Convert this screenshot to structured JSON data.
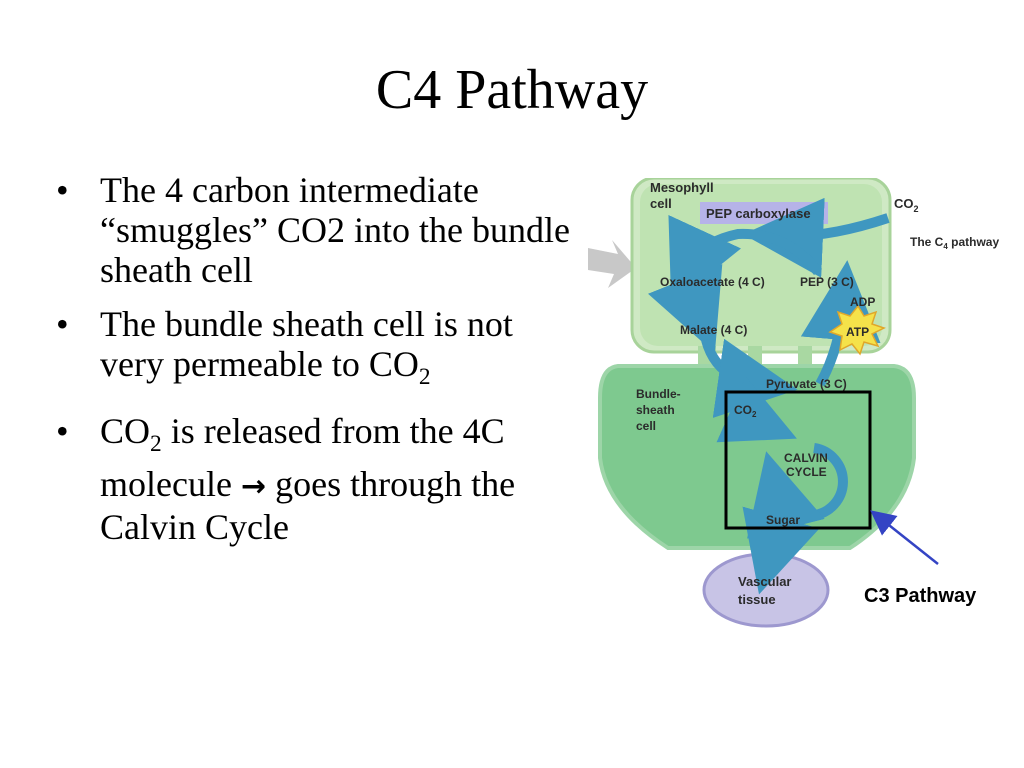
{
  "slide": {
    "title": "C4 Pathway",
    "bullets": [
      {
        "text": "The 4 carbon intermediate “smuggles” CO2 into the bundle sheath cell"
      },
      {
        "pre": "The bundle sheath cell is not very permeable to CO",
        "sub": "2"
      },
      {
        "pre": "CO",
        "sub": "2",
        "post": " is released from the 4C molecule ",
        "arrow": "→",
        "post2": " goes through the Calvin Cycle"
      }
    ]
  },
  "diagram": {
    "mesophyll": "Mesophyll",
    "cell": "cell",
    "pep_carboxylase": "PEP carboxylase",
    "co2_top": "CO",
    "co2_sub": "2",
    "c4_pathway_pre": "The C",
    "c4_pathway_sub": "4",
    "c4_pathway_post": " pathway",
    "oxaloacetate": "Oxaloacetate (4 C)",
    "pep": "PEP (3 C)",
    "adp": "ADP",
    "atp": "ATP",
    "malate": "Malate (4 C)",
    "pyruvate": "Pyruvate (3 C)",
    "bundle": "Bundle-",
    "sheath": "sheath",
    "cell2": "cell",
    "co2_bs": "CO",
    "co2_bs_sub": "2",
    "calvin": "CALVIN",
    "cycle": "CYCLE",
    "sugar": "Sugar",
    "vascular": "Vascular",
    "tissue": "tissue",
    "c3_label": "C3 Pathway"
  },
  "colors": {
    "cell_green": "#b9e0ae",
    "bundle_green": "#7ec98f",
    "arrow_blue": "#3f97c0",
    "vascular_purple": "#c8c4e6",
    "pep_box": "#b6b3e8",
    "atp_yellow": "#f5e24a",
    "pointer_blue": "#3444c4"
  }
}
